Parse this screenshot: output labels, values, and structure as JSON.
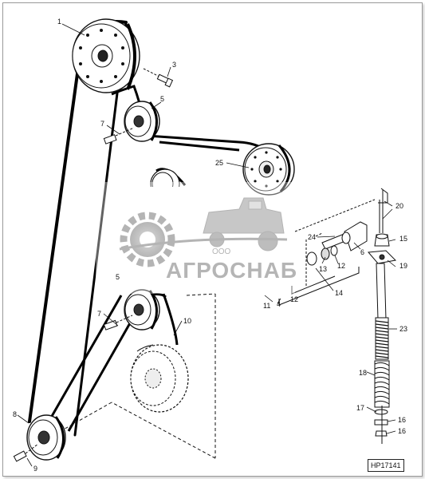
{
  "callouts": {
    "c1": "1",
    "c3": "3",
    "c5a": "5",
    "c7a": "7",
    "c25": "25",
    "c20": "20",
    "c24": "24",
    "c15": "15",
    "c6": "6",
    "c19": "19",
    "c12a": "12",
    "c13": "13",
    "c14": "14",
    "c11": "11",
    "c4": "4",
    "c12b": "12",
    "c5b": "5",
    "c7b": "7",
    "c10": "10",
    "c23": "23",
    "c18": "18",
    "c17": "17",
    "c16a": "16",
    "c16b": "16",
    "c8": "8",
    "c9": "9"
  },
  "watermark": {
    "small": "ООО",
    "brand": "АГРОСНАБ"
  },
  "drawing_code": "HP17141",
  "colors": {
    "line": "#111111",
    "belt": "#000000",
    "watermark_gray": "#8a8a8a"
  }
}
